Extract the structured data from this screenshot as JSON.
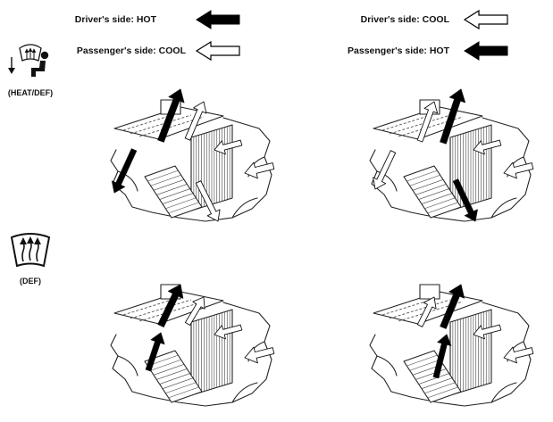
{
  "legends": {
    "left": {
      "driver": {
        "label": "Driver's side: HOT",
        "arrow": "solid"
      },
      "passenger": {
        "label": "Passenger's side: COOL",
        "arrow": "outline"
      }
    },
    "right": {
      "driver": {
        "label": "Driver's side: COOL",
        "arrow": "outline"
      },
      "passenger": {
        "label": "Passenger's side: HOT",
        "arrow": "solid"
      }
    }
  },
  "modes": {
    "heat_def": {
      "label": "(HEAT/DEF)",
      "icon": "heat-def-mode-icon"
    },
    "def": {
      "label": "(DEF)",
      "icon": "defrost-mode-icon"
    }
  },
  "colors": {
    "hot_arrow": "#000000",
    "cool_arrow": "#ffffff",
    "line": "#222222"
  }
}
